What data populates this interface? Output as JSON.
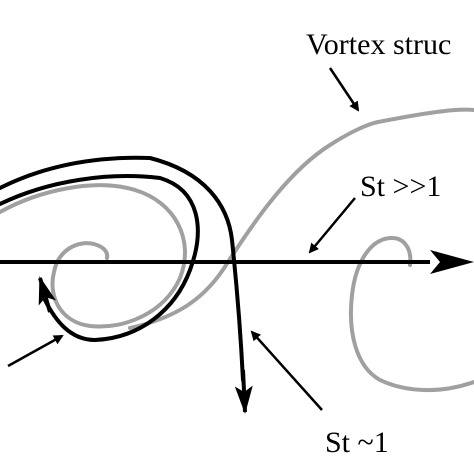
{
  "labels": {
    "vortex": "Vortex struc",
    "st_high": "St >>1",
    "st_low": "St ~1"
  },
  "colors": {
    "vortex_structure": "#a0a0a0",
    "particle_path": "#000000",
    "arrows": "#000000"
  }
}
